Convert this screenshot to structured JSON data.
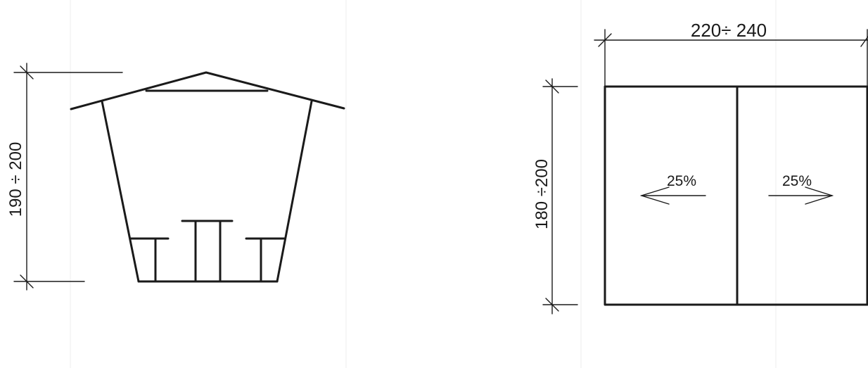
{
  "elevation": {
    "height_dimension": "190 ÷ 200"
  },
  "plan": {
    "width_dimension": "220÷ 240",
    "height_dimension": "180 ÷200",
    "left_slope": "25%",
    "right_slope": "25%"
  }
}
